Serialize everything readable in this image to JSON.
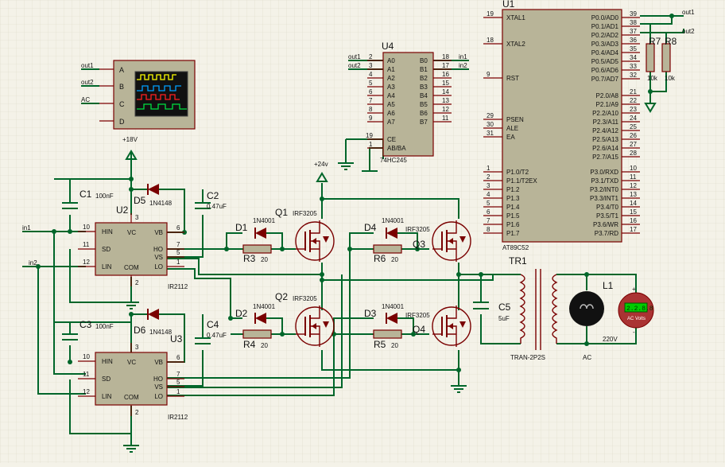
{
  "scope": {
    "ch": [
      "A",
      "B",
      "C",
      "D"
    ],
    "in": [
      "out1",
      "out2",
      "AC"
    ]
  },
  "u4": {
    "ref": "U4",
    "part": "74HC245",
    "a": [
      "A0",
      "A1",
      "A2",
      "A3",
      "A4",
      "A5",
      "A6",
      "A7"
    ],
    "b": [
      "B0",
      "B1",
      "B2",
      "B3",
      "B4",
      "B5",
      "B6",
      "B7"
    ],
    "lp": [
      "2",
      "3",
      "4",
      "5",
      "6",
      "7",
      "8",
      "9"
    ],
    "rp": [
      "18",
      "17",
      "16",
      "15",
      "14",
      "13",
      "12",
      "11"
    ],
    "ce": "CE",
    "abba": "AB/BA",
    "cep": "19",
    "abp": "1",
    "in": [
      "out1",
      "out2"
    ],
    "out": [
      "in1",
      "in2"
    ]
  },
  "u1": {
    "ref": "U1",
    "part": "AT89C52",
    "l": [
      [
        "19",
        "XTAL1"
      ],
      [
        "18",
        "XTAL2"
      ],
      [
        "9",
        "RST"
      ],
      [
        "29",
        "PSEN"
      ],
      [
        "30",
        "ALE"
      ],
      [
        "31",
        "EA"
      ],
      [
        "1",
        "P1.0/T2"
      ],
      [
        "2",
        "P1.1/T2EX"
      ],
      [
        "3",
        "P1.2"
      ],
      [
        "4",
        "P1.3"
      ],
      [
        "5",
        "P1.4"
      ],
      [
        "6",
        "P1.5"
      ],
      [
        "7",
        "P1.6"
      ],
      [
        "8",
        "P1.7"
      ]
    ],
    "r": [
      [
        "39",
        "P0.0/AD0"
      ],
      [
        "38",
        "P0.1/AD1"
      ],
      [
        "37",
        "P0.2/AD2"
      ],
      [
        "36",
        "P0.3/AD3"
      ],
      [
        "35",
        "P0.4/AD4"
      ],
      [
        "34",
        "P0.5/AD5"
      ],
      [
        "33",
        "P0.6/AD6"
      ],
      [
        "32",
        "P0.7/AD7"
      ],
      [
        "21",
        "P2.0/A8"
      ],
      [
        "22",
        "P2.1/A9"
      ],
      [
        "23",
        "P2.2/A10"
      ],
      [
        "24",
        "P2.3/A11"
      ],
      [
        "25",
        "P2.4/A12"
      ],
      [
        "26",
        "P2.5/A13"
      ],
      [
        "27",
        "P2.6/A14"
      ],
      [
        "28",
        "P2.7/A15"
      ],
      [
        "10",
        "P3.0/RXD"
      ],
      [
        "11",
        "P3.1/TXD"
      ],
      [
        "12",
        "P3.2/INT0"
      ],
      [
        "13",
        "P3.3/INT1"
      ],
      [
        "14",
        "P3.4/T0"
      ],
      [
        "15",
        "P3.5/T1"
      ],
      [
        "16",
        "P3.6/WR"
      ],
      [
        "17",
        "P3.7/RD"
      ]
    ],
    "out": [
      "out1",
      "out2"
    ]
  },
  "res": {
    "r7": "R7",
    "r8": "R8",
    "rv": "10k"
  },
  "drv": {
    "part": "IR2112",
    "u2": "U2",
    "u3": "U3",
    "pins": {
      "hin": "HIN",
      "sd": "SD",
      "lin": "LIN",
      "vc": "VC",
      "com": "COM",
      "vb": "VB",
      "ho": "HO",
      "vs": "VS",
      "lo": "LO"
    },
    "pn": {
      "hin": "10",
      "sd": "11",
      "lin": "12",
      "vc": "3",
      "com": "2",
      "vb": "6",
      "ho": "7",
      "vs": "5",
      "lo": "1"
    }
  },
  "c1": {
    "ref": "C1",
    "val": "100nF"
  },
  "c2": {
    "ref": "C2",
    "val": "0.47uF"
  },
  "c3": {
    "ref": "C3",
    "val": "100nF"
  },
  "c4": {
    "ref": "C4",
    "val": "0.47uF"
  },
  "c5": {
    "ref": "C5",
    "val": "5uF"
  },
  "d5": {
    "ref": "D5",
    "part": "1N4148"
  },
  "d6": {
    "ref": "D6",
    "part": "1N4148"
  },
  "d1": {
    "ref": "D1",
    "part": "1N4001"
  },
  "d2": {
    "ref": "D2",
    "part": "1N4001"
  },
  "d3": {
    "ref": "D3",
    "part": "1N4001"
  },
  "d4": {
    "ref": "D4",
    "part": "1N4001"
  },
  "r3": {
    "ref": "R3",
    "val": "20"
  },
  "r4": {
    "ref": "R4",
    "val": "20"
  },
  "r5": {
    "ref": "R5",
    "val": "20"
  },
  "r6": {
    "ref": "R6",
    "val": "20"
  },
  "q": {
    "part": "IRF3205",
    "q1": "Q1",
    "q2": "Q2",
    "q3": "Q3",
    "q4": "Q4"
  },
  "v18": "+18V",
  "v24": "+24v",
  "nets": {
    "in1": "in1",
    "in2": "in2",
    "ac": "AC"
  },
  "tr1": {
    "ref": "TR1",
    "part": "TRAN-2P2S"
  },
  "l1": {
    "ref": "L1",
    "val": "220V"
  },
  "vm": {
    "plus": "+",
    "minus": "-",
    "reading": "2.2.8.8",
    "label": "AC Volts"
  }
}
